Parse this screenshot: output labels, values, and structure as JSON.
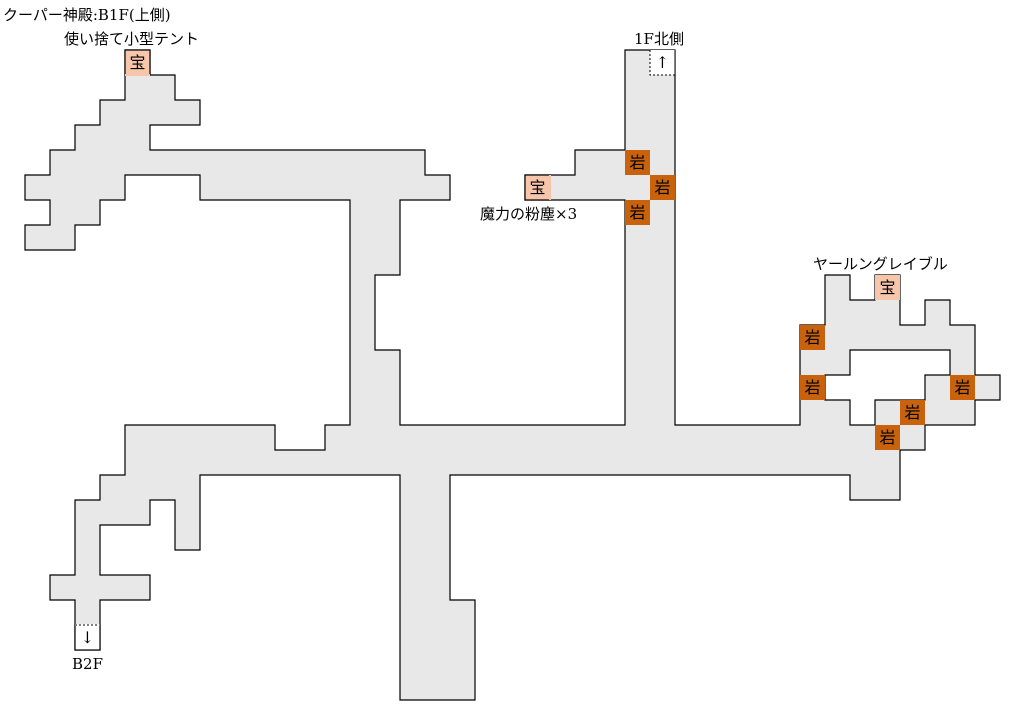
{
  "title": "クーパー神殿:B1F(上側)",
  "colors": {
    "floor": "#e8e8e8",
    "treasure": "#f7c6aa",
    "rock": "#c8620c",
    "wall": "#000000"
  },
  "labels": {
    "treasure_tent": "使い捨て小型テント",
    "stairs_up": "1F北側",
    "treasure_magic_dust": "魔力の粉塵×3",
    "treasure_yarngreip": "ヤールングレイブル",
    "stairs_down": "B2F"
  },
  "markers": {
    "treasure": "宝",
    "rock": "岩",
    "arrow_up": "↑",
    "arrow_down": "↓"
  }
}
